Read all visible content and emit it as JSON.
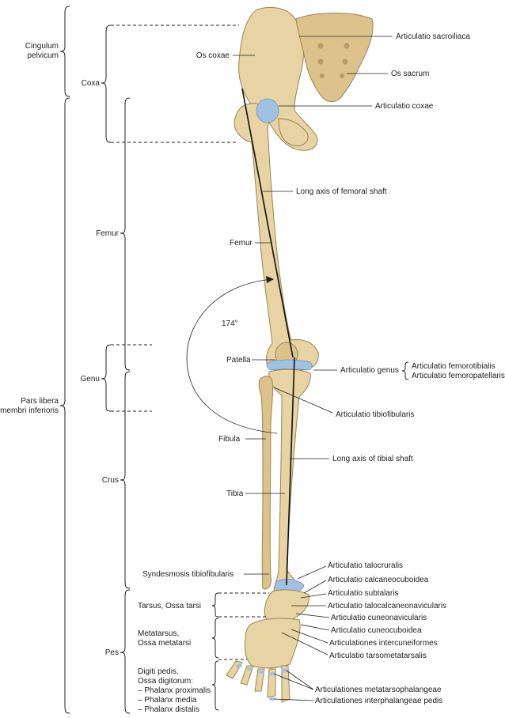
{
  "regions": {
    "cingulum": [
      "Cingulum",
      "pelvicum"
    ],
    "pars_libera": [
      "Pars libera",
      "membri inferioris"
    ],
    "coxa": "Coxa",
    "femur": "Femur",
    "genu": "Genu",
    "crus": "Crus",
    "pes": "Pes",
    "tarsus": "Tarsus, Ossa tarsi",
    "metatarsus": [
      "Metatarsus,",
      "Ossa metatarsi"
    ],
    "digiti": [
      "Digiti pedis,",
      "Ossa digitorum:",
      "– Phalanx proximalis",
      "– Phalanx media",
      "– Phalanx distalis"
    ]
  },
  "labels": {
    "articulatio_sacroiliaca": "Articulatio sacroiliaca",
    "os_coxae": "Os coxae",
    "os_sacrum": "Os sacrum",
    "articulatio_coxae": "Articulatio coxae",
    "long_axis_femoral": "Long axis of femoral shaft",
    "femur_bone": "Femur",
    "angle": "174°",
    "patella": "Patella",
    "articulatio_genus": "Articulatio genus",
    "articulatio_femorotibialis": "Articulatio femorotibialis",
    "articulatio_femoropatellaris": "Articulatio femoropatellaris",
    "articulatio_tibiofibularis": "Articulatio tibiofibularis",
    "fibula": "Fibula",
    "long_axis_tibial": "Long axis of tibial shaft",
    "tibia": "Tibia",
    "syndesmosis": "Syndesmosis tibiofibularis",
    "talocruralis": "Articulatio talocruralis",
    "calcaneocuboidea": "Articulatio calcaneocuboidea",
    "subtalaris": "Articulatio subtalaris",
    "talocalcaneonavicularis": "Articulatio talocalcaneonavicularis",
    "cuneonavicularis": "Articulatio cuneonavicularis",
    "cuneocuboidea": "Articulatio cuneocuboidea",
    "intercuneiformes": "Articulationes intercuneiformes",
    "tarsometatarsalis": "Articulatio tarsometatarsalis",
    "metatarsophalangeae": "Articulationes metatarsophalangeae",
    "interphalangeae": "Articulationes interphalangeae pedis"
  },
  "colors": {
    "bone": "#e7d3a3",
    "cartilage": "#9fc1e2",
    "line": "#222222"
  }
}
